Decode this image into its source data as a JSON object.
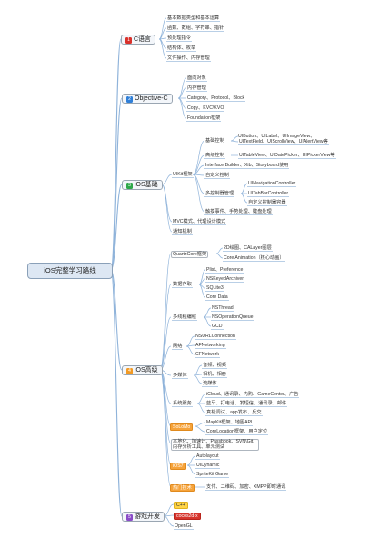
{
  "colors": {
    "edge": "#8fb3da",
    "c_lang": "#d9312b",
    "objc": "#2f7fd8",
    "ios_basic": "#2fa84a",
    "ios_adv": "#f29a24",
    "game": "#8a4cc8"
  },
  "root": {
    "label": "iOS完整学习路线"
  },
  "branches": {
    "c": {
      "num": "1",
      "label": "C语言",
      "items": [
        "基本数据类型和基本运算",
        "函数、数组、字符串、指针",
        "预处理指令",
        "结构体、枚举",
        "文件操作、内存管理"
      ]
    },
    "objc": {
      "num": "2",
      "label": "Objective-C",
      "items": [
        "面向对象",
        "内存管理",
        "Category、Protocol、Block",
        "Copy、KVC\\KVO",
        "Foundation框架"
      ]
    },
    "basic": {
      "num": "3",
      "label": "iOS基础",
      "uikit": "UIKit框架",
      "basic_ctrl": "基础控制",
      "basic_ctrl_items": [
        "UIButton、UILabel、UIImageView、",
        "UITextField、UIScrollView、UIAlertView等"
      ],
      "adv_ctrl": "高级控制",
      "adv_ctrl_items": [
        "UITableView、UIDatePicker、UIPickerView等"
      ],
      "ib": "Interface Builder、Xib、Storyboard使用",
      "custom_ctrl": "自定义控制",
      "multi": "多控制器管理",
      "multi_items": [
        "UINavigationController",
        "UITabBarController",
        "自定义控制器容器"
      ],
      "touch": "触摸事件、手势处理、键盘处理",
      "mvc": "MVC模式、代理设计模式",
      "notify": "通知机制"
    },
    "adv": {
      "num": "4",
      "label": "iOS高级",
      "quartz": "QuartzCore框架",
      "quartz_items": [
        "2D绘图、CALayer图层",
        "Core Animation（核心动画）"
      ],
      "storage": "数据存取",
      "storage_items": [
        "Plist、Preference",
        "NSKeyedArchiver",
        "SQLite3",
        "Core Data"
      ],
      "thread": "多线程编程",
      "thread_items": [
        "NSThread",
        "NSOperationQueue",
        "GCD"
      ],
      "network": "网络",
      "network_items": [
        "NSURLConnection",
        "AFNetworking",
        "CFNetwork"
      ],
      "media": "多媒体",
      "media_items": [
        "音频、视频",
        "相机、相册",
        "流媒体"
      ],
      "system": "系统服务",
      "system_items": [
        "iCloud、通讯录、内购、GameCenter、广告",
        "蓝牙、打电话、发短信、通讯录、邮件",
        "真机调试、app发布、反交"
      ],
      "solomo": "SoLoMo",
      "solomo_items": [
        "MapKit框架、地图API",
        "CoreLocation框架、用户定位"
      ],
      "misc": [
        "本地化、加速计、Passbook、SVN\\Git、",
        "内存分析工具、单元测试"
      ],
      "ios6": "iOS7",
      "ios6_items": [
        "Autolayout",
        "UIDynamic",
        "SpriteKit Game"
      ],
      "hot": "热门技术",
      "hot_items": [
        "支付、二维码、加密、XMPP即时通讯"
      ]
    },
    "game": {
      "num": "5",
      "label": "游戏开发",
      "items": [
        "C++",
        "cocos2d-x",
        "OpenGL"
      ]
    }
  }
}
